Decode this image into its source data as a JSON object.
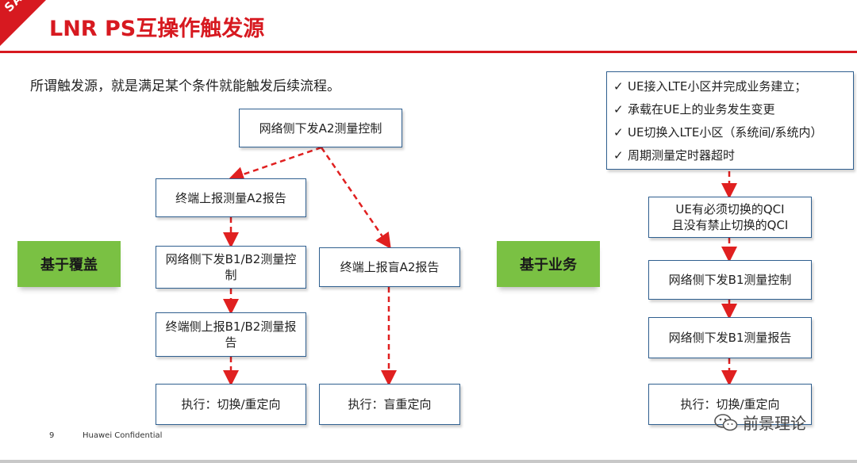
{
  "header": {
    "corner_label": "SA",
    "title": "LNR PS互操作触发源"
  },
  "intro": "所谓触发源，就是满足某个条件就能触发后续流程。",
  "left": {
    "top_node": "网络侧下发A2测量控制",
    "left_branch": [
      "终端上报测量A2报告",
      "网络侧下发B1/B2测量控制",
      "终端侧上报B1/B2测量报告",
      "执行：切换/重定向"
    ],
    "right_branch": [
      "终端上报盲A2报告",
      "执行：盲重定向"
    ],
    "category": "基于覆盖"
  },
  "right": {
    "category": "基于业务",
    "conditions": [
      "UE接入LTE小区并完成业务建立；",
      "承载在UE上的业务发生变更",
      "UE切换入LTE小区（系统间/系统内）",
      "周期测量定时器超时"
    ],
    "check_glyph": "✓",
    "flow": [
      "UE有必须切换的QCI且没有禁止切换的QCI",
      "网络侧下发B1测量控制",
      "网络侧下发B1测量报告",
      "执行：切换/重定向"
    ]
  },
  "footer": {
    "page_number": "9",
    "confidential": "Huawei Confidential",
    "watermark": "前景理论"
  },
  "colors": {
    "accent": "#d71920",
    "box_border": "#2f5f8f",
    "category_green": "#7ac143",
    "arrow_red": "#e02020"
  }
}
